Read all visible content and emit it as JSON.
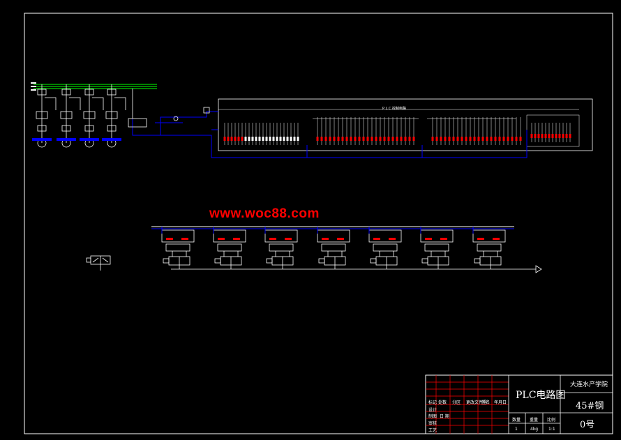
{
  "watermark": "www.woc88.com",
  "title_block": {
    "drawing_title": "PLC电路图",
    "school": "大连水产学院",
    "material": "45#钢",
    "sheet_size": "0号",
    "col_quantity": "数量",
    "col_weight": "重量",
    "col_scale": "比例",
    "val_quantity": "1",
    "val_weight": "4kg",
    "val_scale": "1:1",
    "rows": [
      "标记",
      "设计",
      "制图",
      "审核",
      "工艺"
    ],
    "row0_cells": [
      "处数",
      "分区",
      "更改文件号",
      "签名",
      "年月日"
    ],
    "row2_extra": "日 期"
  },
  "plc_header": "P L C 控制电路",
  "colors": {
    "frame": "#ffffff",
    "wire": "#0000ff",
    "red": "#ff0000",
    "green": "#00ff00",
    "grid": "#ff0000"
  }
}
